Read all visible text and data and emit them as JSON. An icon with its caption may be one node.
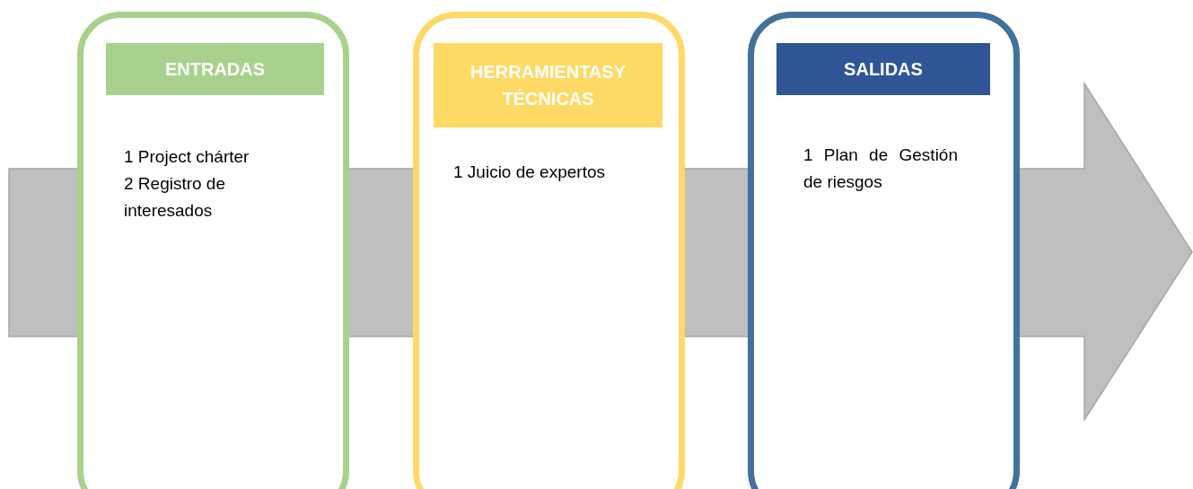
{
  "diagram": {
    "nodes": [
      {
        "text": [],
        "shape": "arrow"
      },
      {
        "text": [
          "1 Project chárter",
          "2 Registro de interesados"
        ]
      },
      {
        "text": [
          "ENTRADAS"
        ],
        "in": 1
      },
      {
        "text": [
          "1 Juicio de expertos"
        ]
      },
      {
        "text": [
          "HERRAMIENTASY TÉCNICAS"
        ],
        "in": 3
      },
      {
        "text": [
          "1 Plan de Gestión de riesgos"
        ]
      },
      {
        "text": [
          "SALIDAS"
        ],
        "in": 5
      }
    ],
    "edges": []
  }
}
